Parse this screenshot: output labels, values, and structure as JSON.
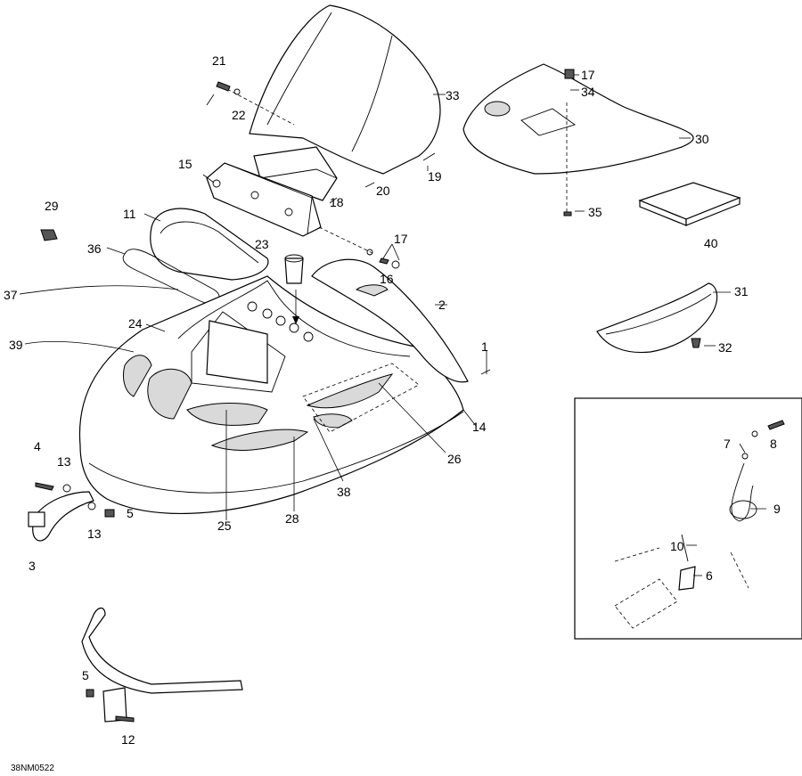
{
  "diagram_code": "38NM0522",
  "callouts": [
    "1",
    "2",
    "3",
    "4",
    "5",
    "5",
    "6",
    "7",
    "8",
    "9",
    "10",
    "11",
    "12",
    "13",
    "13",
    "14",
    "15",
    "16",
    "17",
    "17",
    "18",
    "19",
    "20",
    "21",
    "22",
    "23",
    "24",
    "25",
    "26",
    "28",
    "29",
    "30",
    "31",
    "32",
    "33",
    "34",
    "35",
    "36",
    "37",
    "38",
    "39",
    "40"
  ]
}
